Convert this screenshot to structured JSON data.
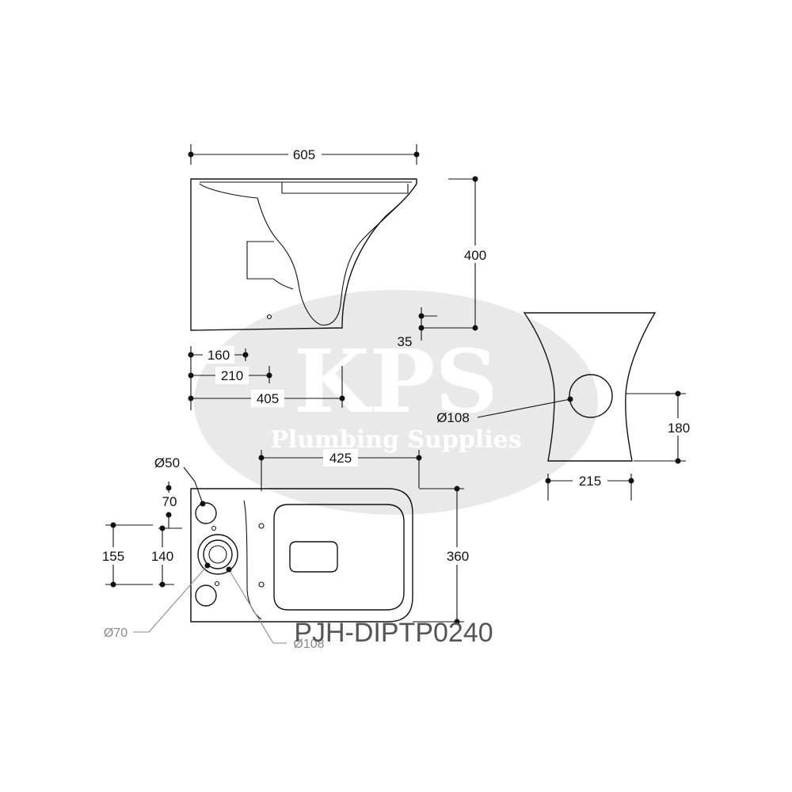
{
  "watermark": {
    "brand": "KPS",
    "tagline": "Plumbing Supplies",
    "color": "#e9e9e9"
  },
  "product_code": "PJH-DIPTP0240",
  "side_view": {
    "overall_width": "605",
    "height": "400",
    "outlet_height": "35",
    "offset_1": "160",
    "offset_2": "210",
    "offset_3": "405"
  },
  "back_view": {
    "outlet_diameter": "Ø108",
    "outlet_height": "180",
    "width": "215"
  },
  "plan_view": {
    "fixing_spacing": "425",
    "depth": "360",
    "inlet_diameter": "Ø50",
    "inlet_offset": "70",
    "dim_155": "155",
    "dim_140": "140",
    "waste_diameter_inner": "Ø70",
    "waste_diameter_outer": "Ø108"
  }
}
